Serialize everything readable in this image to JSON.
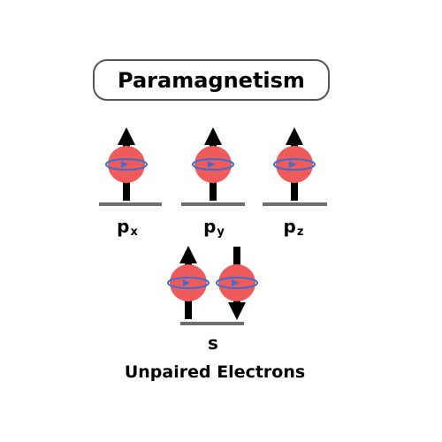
{
  "title": "Paramagnetism",
  "caption": "Unpaired Electrons",
  "orbitals": [
    {
      "letter": "p",
      "sub": "x",
      "spins": [
        "up"
      ]
    },
    {
      "letter": "p",
      "sub": "y",
      "spins": [
        "up"
      ]
    },
    {
      "letter": "p",
      "sub": "z",
      "spins": [
        "up"
      ]
    },
    {
      "letter": "s",
      "sub": "",
      "spins": [
        "up",
        "down"
      ]
    }
  ],
  "colors": {
    "electron": "#ef5a5a",
    "orbit": "#3b6fd4",
    "arrow": "#000000",
    "level_line": "#6e6e6e",
    "title_border": "#555555"
  }
}
